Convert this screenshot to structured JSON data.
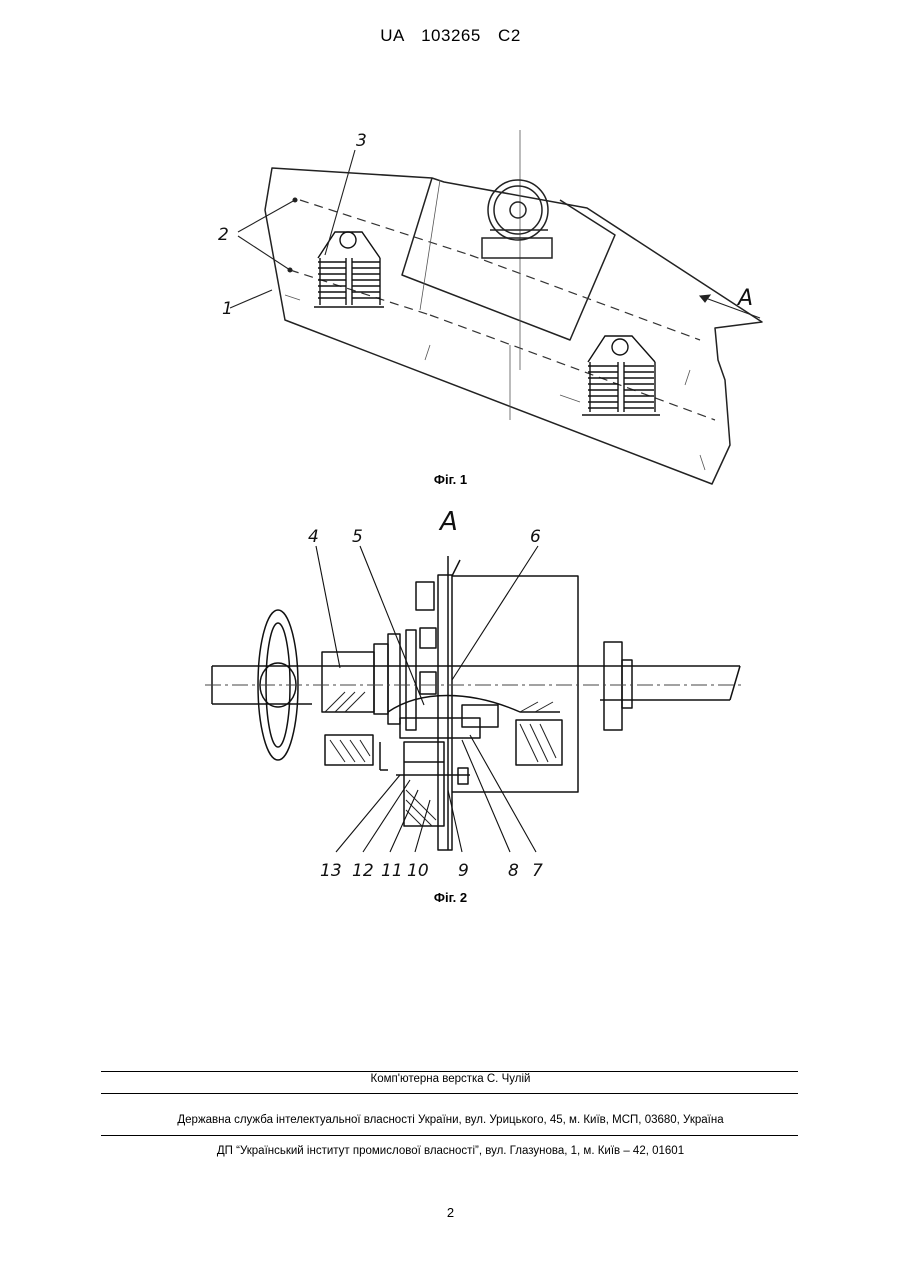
{
  "header": {
    "patent_number": "UA   103265   C2"
  },
  "figure1": {
    "caption": "Фіг. 1",
    "labels": {
      "l1": "1",
      "l2": "2",
      "l3": "3",
      "lA": "A"
    }
  },
  "figure2": {
    "caption": "Фіг. 2",
    "view_label": "A",
    "labels": {
      "l4": "4",
      "l5": "5",
      "l6": "6",
      "l7": "7",
      "l8": "8",
      "l9": "9",
      "l10": "10",
      "l11": "11",
      "l12": "12",
      "l13": "13"
    }
  },
  "footer": {
    "layout_credit": "Комп'ютерна верстка С. Чулій",
    "office": "Державна служба інтелектуальної власності України, вул. Урицького, 45, м. Київ, МСП, 03680, Україна",
    "institute": "ДП “Український інститут промислової власності”, вул. Глазунова, 1, м. Київ – 42, 01601"
  },
  "page_number": "2"
}
